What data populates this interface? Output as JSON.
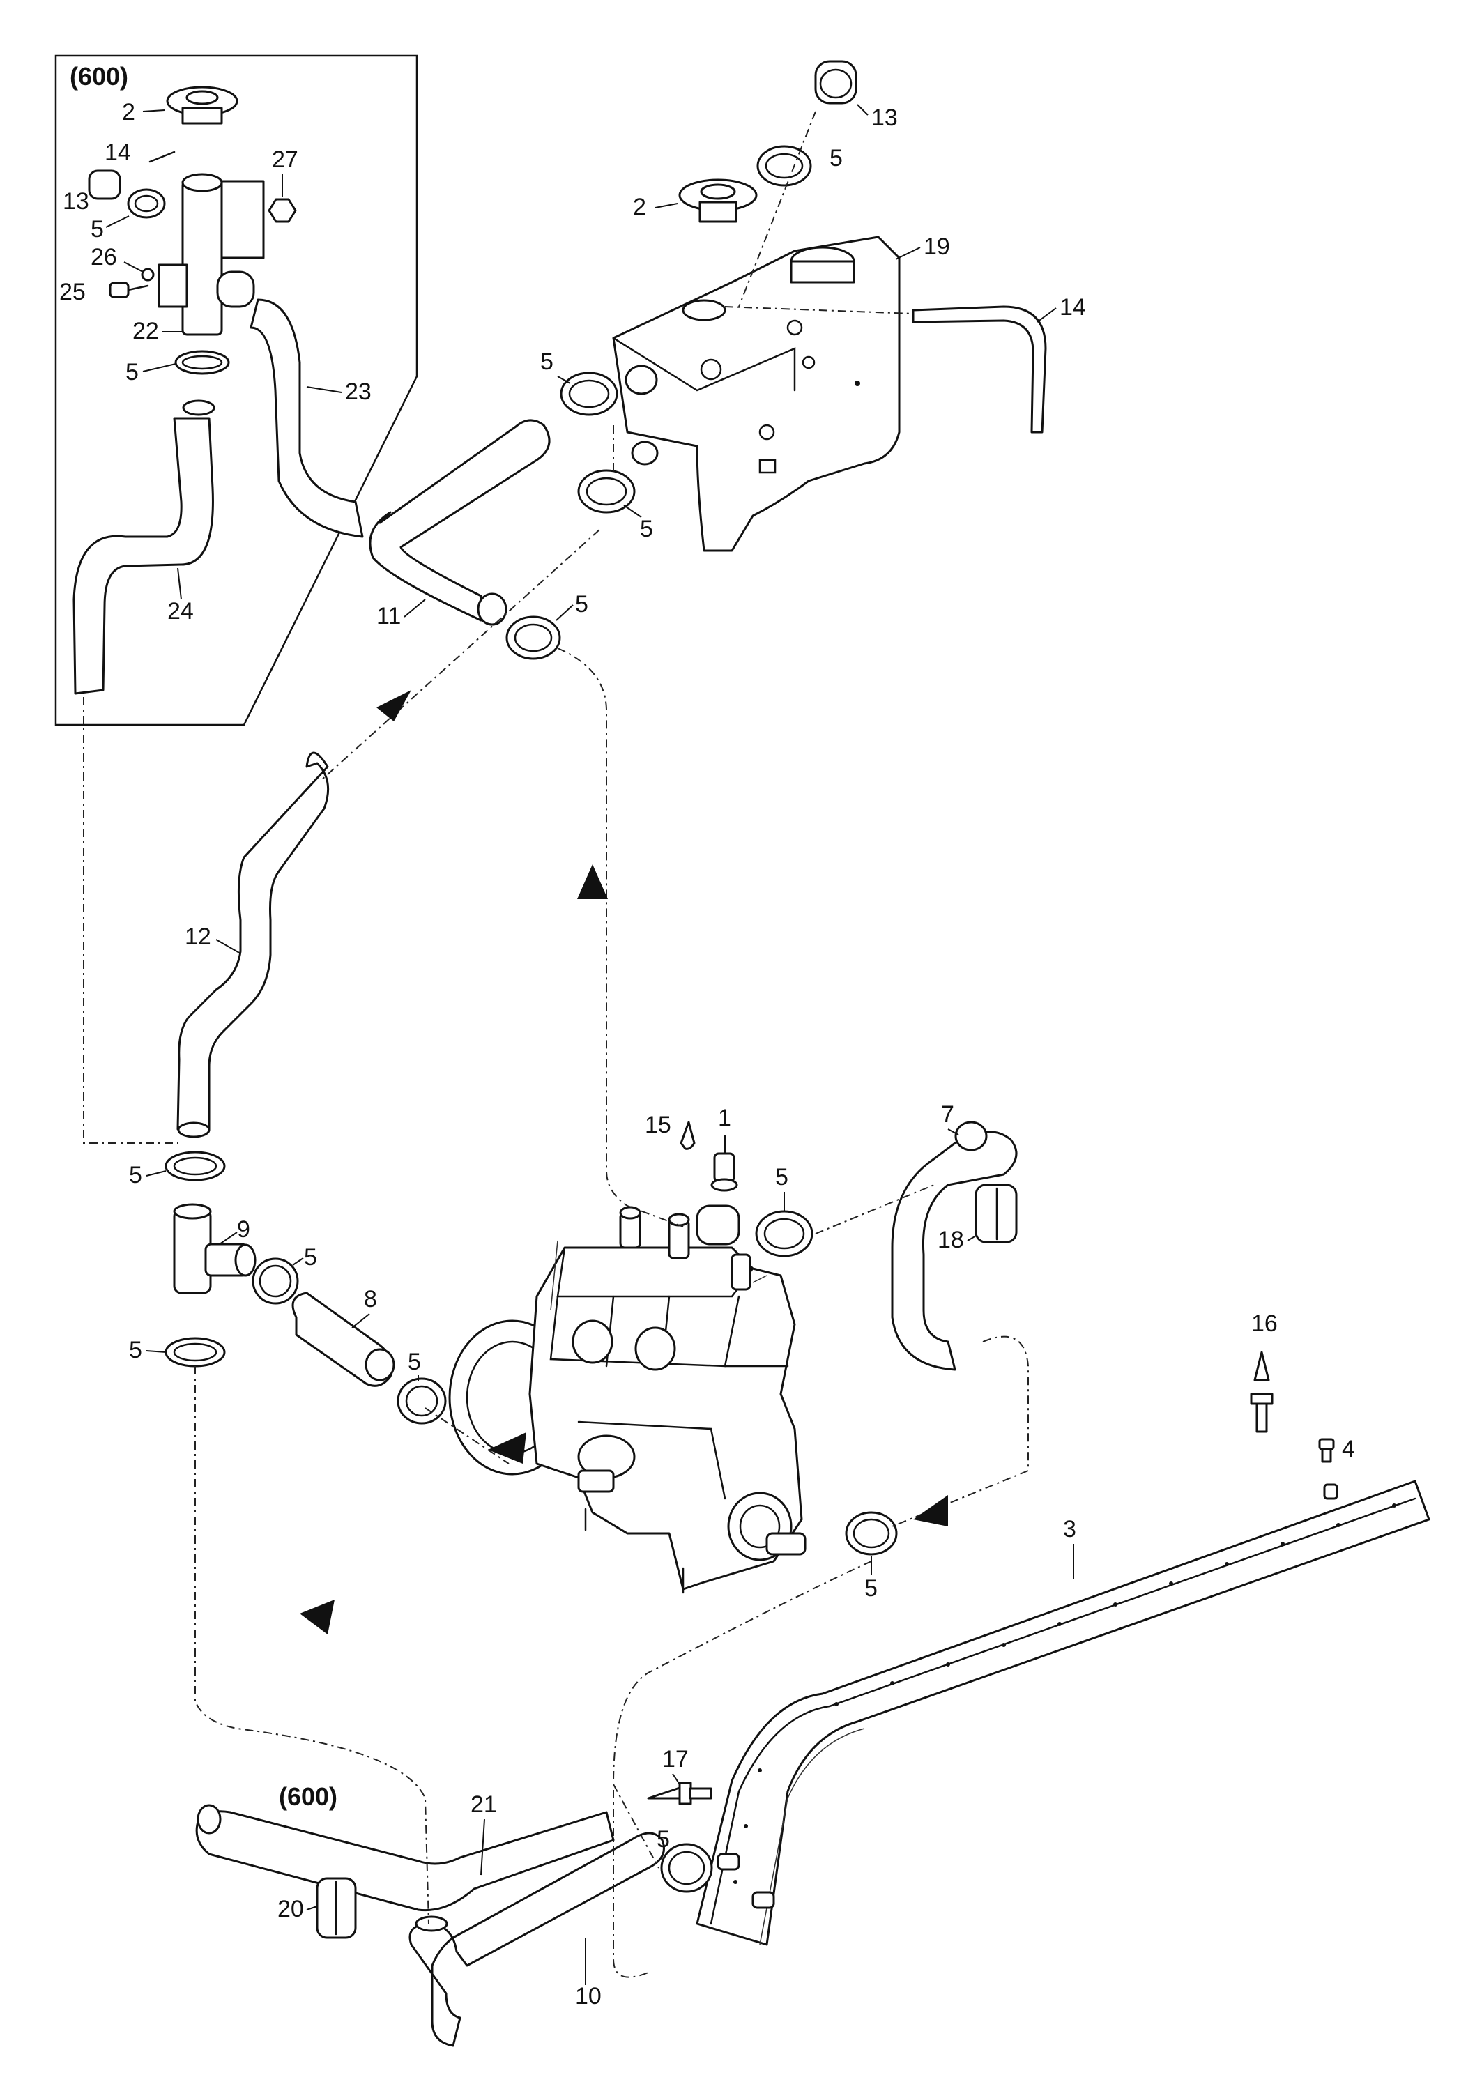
{
  "inset_label": "(600)",
  "bottom_variant_label": "(600)",
  "parts": {
    "p1": "1",
    "p2": "2",
    "p3": "3",
    "p4": "4",
    "p5": "5",
    "p7": "7",
    "p8": "8",
    "p9": "9",
    "p10": "10",
    "p11": "11",
    "p12": "12",
    "p13": "13",
    "p14": "14",
    "p15": "15",
    "p16": "16",
    "p17": "17",
    "p18": "18",
    "p19": "19",
    "p20": "20",
    "p21": "21",
    "p22": "22",
    "p23": "23",
    "p24": "24",
    "p25": "25",
    "p26": "26",
    "p27": "27"
  }
}
